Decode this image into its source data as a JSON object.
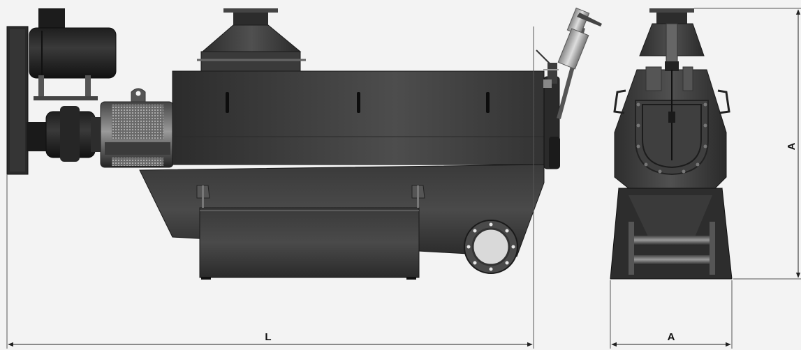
{
  "drawing": {
    "dimensions": {
      "length_label": "L",
      "width_label": "A",
      "height_label": "A"
    }
  },
  "colors": {
    "background": "#f3f3f3",
    "body_dark": "#2b2b2b",
    "body_mid": "#3c3c3c",
    "body_light": "#5a5a5a",
    "dimension_line": "#222222"
  }
}
